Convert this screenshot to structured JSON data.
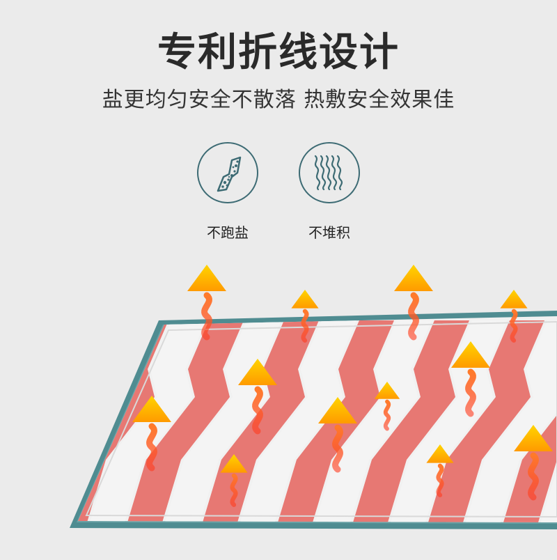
{
  "header": {
    "title": "专利折线设计",
    "subtitle": "盐更均匀安全不散落 热敷安全效果佳"
  },
  "features": [
    {
      "label": "不跑盐",
      "icon": "salt-channel-icon"
    },
    {
      "label": "不堆积",
      "icon": "wavy-lines-icon"
    }
  ],
  "colors": {
    "background": "#ebebeb",
    "stripe_red": "#e77873",
    "stripe_white": "#f4f4f4",
    "edge_teal": "#4f8c91",
    "arrow_yellow": "#ffc400",
    "arrow_orange": "#ff5a1f",
    "icon_teal": "#3d6b74"
  }
}
